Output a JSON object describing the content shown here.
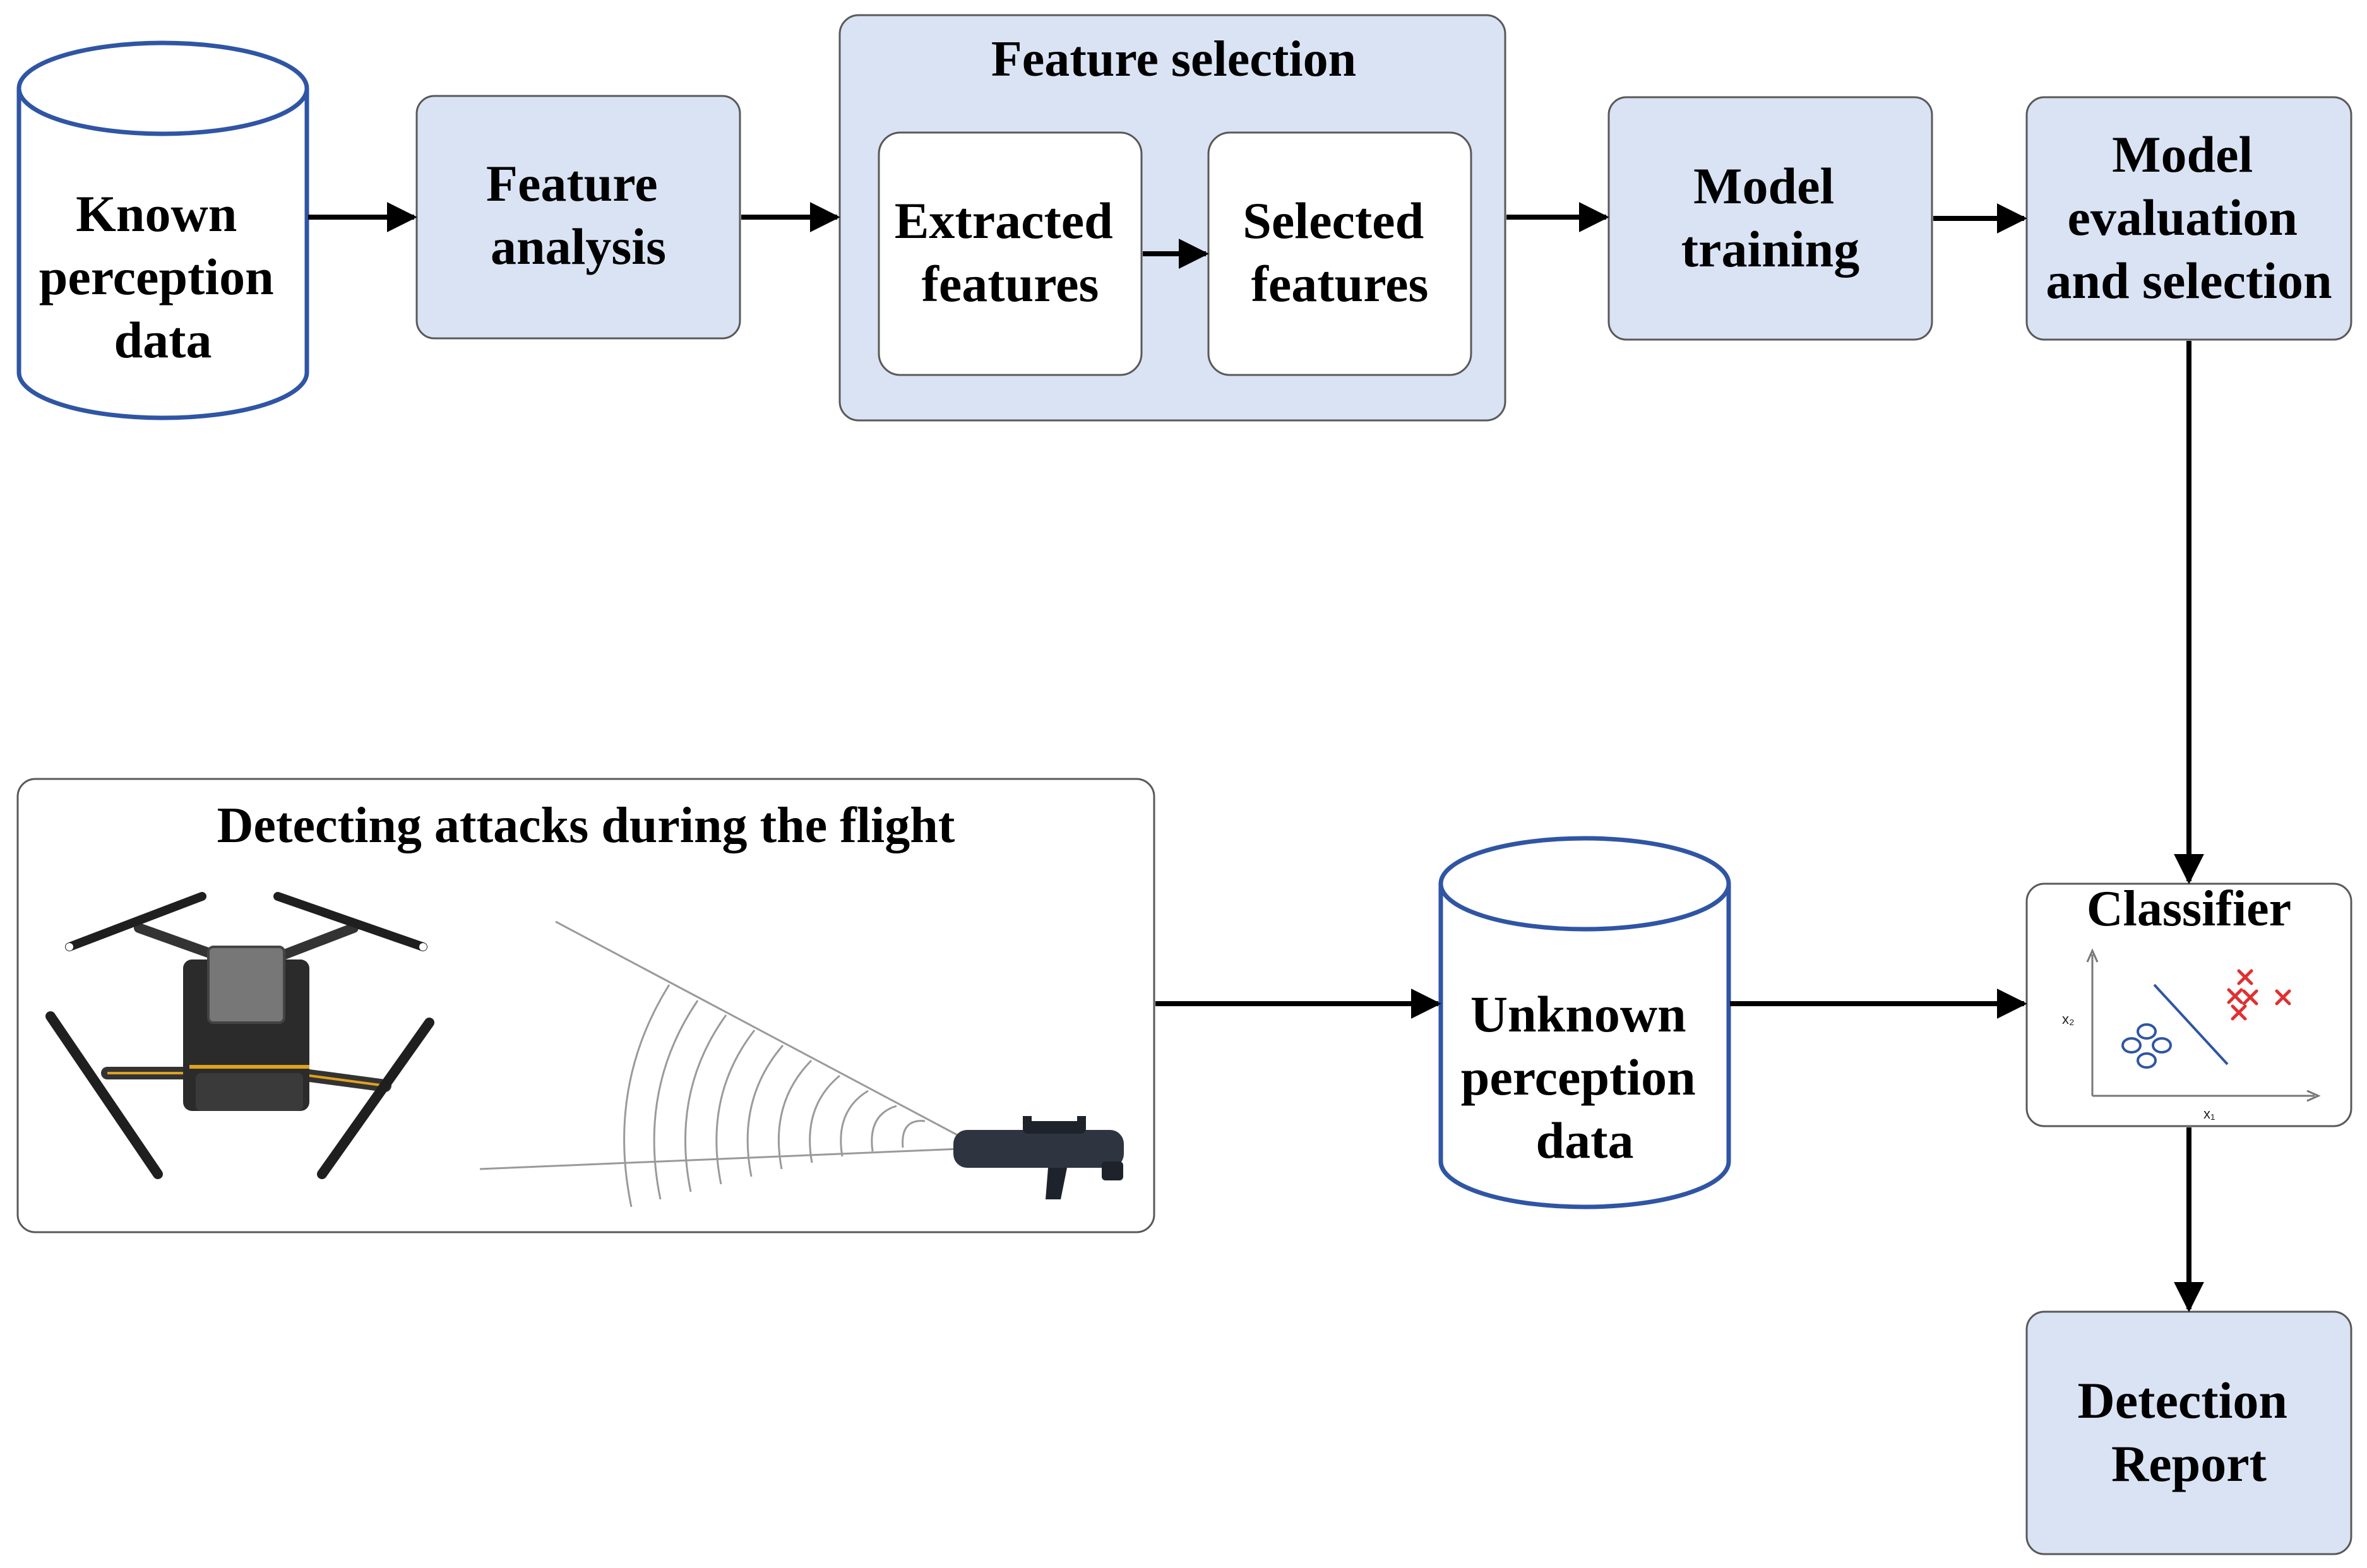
{
  "colors": {
    "box_fill": "#dae3f3",
    "box_stroke": "#595959",
    "cylinder_stroke": "#2f55a4",
    "arrow": "#000000",
    "class_a_marker": "#2f55a4",
    "class_b_marker": "#e03030"
  },
  "nodes": {
    "known_data": {
      "lines": [
        "Known",
        "perception",
        "data"
      ]
    },
    "feature_analysis": {
      "lines": [
        "Feature",
        "analysis"
      ]
    },
    "feature_selection": {
      "title": "Feature selection",
      "extracted": {
        "lines": [
          "Extracted",
          "features"
        ]
      },
      "selected": {
        "lines": [
          "Selected",
          "features"
        ]
      }
    },
    "model_training": {
      "lines": [
        "Model",
        "training"
      ]
    },
    "model_evaluation": {
      "lines": [
        "Model",
        "evaluation",
        "and selection"
      ]
    },
    "flight_panel": {
      "title": "Detecting attacks during the flight",
      "image_items": [
        "drone-image",
        "signal-waves",
        "jammer-gun-image"
      ]
    },
    "unknown_data": {
      "lines": [
        "Unknown",
        "perception",
        "data"
      ]
    },
    "classifier": {
      "title": "Classifier",
      "x_axis_label": "x₁",
      "y_axis_label": "x₂",
      "markers": [
        "circle",
        "cross"
      ]
    },
    "detection_report": {
      "lines": [
        "Detection",
        "Report"
      ]
    }
  },
  "edges": [
    [
      "known_data",
      "feature_analysis"
    ],
    [
      "feature_analysis",
      "feature_selection"
    ],
    [
      "extracted",
      "selected"
    ],
    [
      "feature_selection",
      "model_training"
    ],
    [
      "model_training",
      "model_evaluation"
    ],
    [
      "model_evaluation",
      "classifier"
    ],
    [
      "flight_panel",
      "unknown_data"
    ],
    [
      "unknown_data",
      "classifier"
    ],
    [
      "classifier",
      "detection_report"
    ]
  ]
}
